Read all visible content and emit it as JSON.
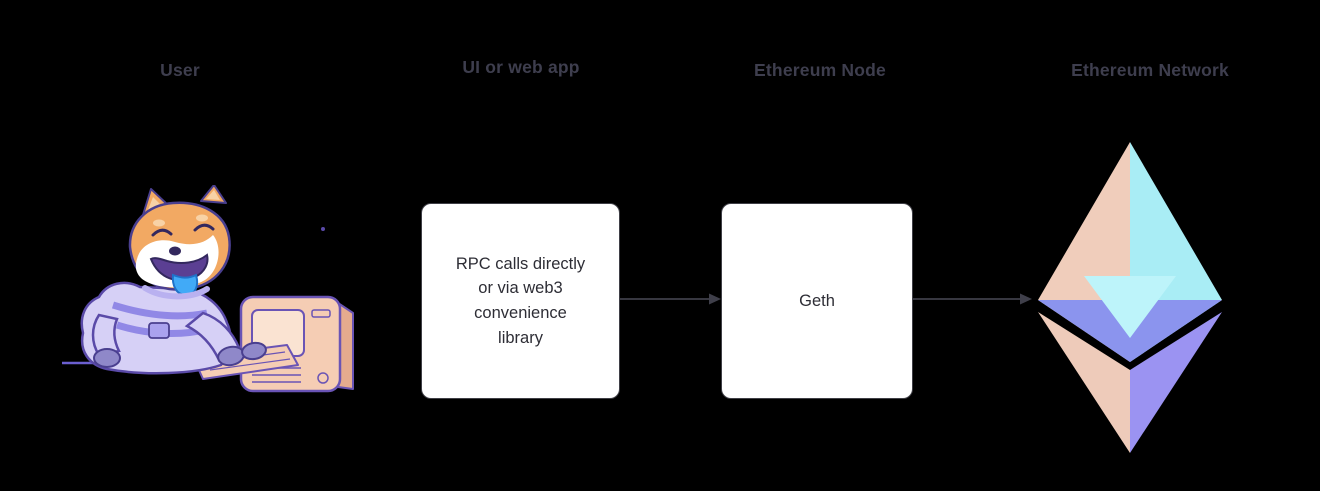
{
  "diagram": {
    "headings": {
      "user": "User",
      "ui_or_web_app": "UI or web app",
      "ethereum_node": "Ethereum Node",
      "ethereum_network": "Ethereum Network"
    },
    "nodes": {
      "rpc_box": {
        "text": "RPC calls directly\nor via web3\nconvenience\nlibrary"
      },
      "geth_box": {
        "text": "Geth"
      }
    },
    "illustrations": {
      "doge_user": "doge-astronaut-at-computer",
      "ethereum_logo": "ethereum-diamond-logo"
    },
    "colors": {
      "background": "#000000",
      "heading_text": "#3e3e4e",
      "box_fill": "#ffffff",
      "box_border": "#3f3f46",
      "box_text": "#2d2d35",
      "arrow": "#3f3f4a",
      "eth_peach": "#f0cdbb",
      "eth_cyan": "#a9edf5",
      "eth_inner_cyan": "#bdf4fa",
      "eth_periwinkle": "#8b94ee",
      "eth_purple": "#9b93f2",
      "doge_fur": "#f2a963",
      "doge_suit": "#d6d0f6",
      "doge_outline": "#5a4aa8",
      "tongue_blue": "#41aaf7",
      "computer_peach": "#f5cdb4"
    }
  }
}
